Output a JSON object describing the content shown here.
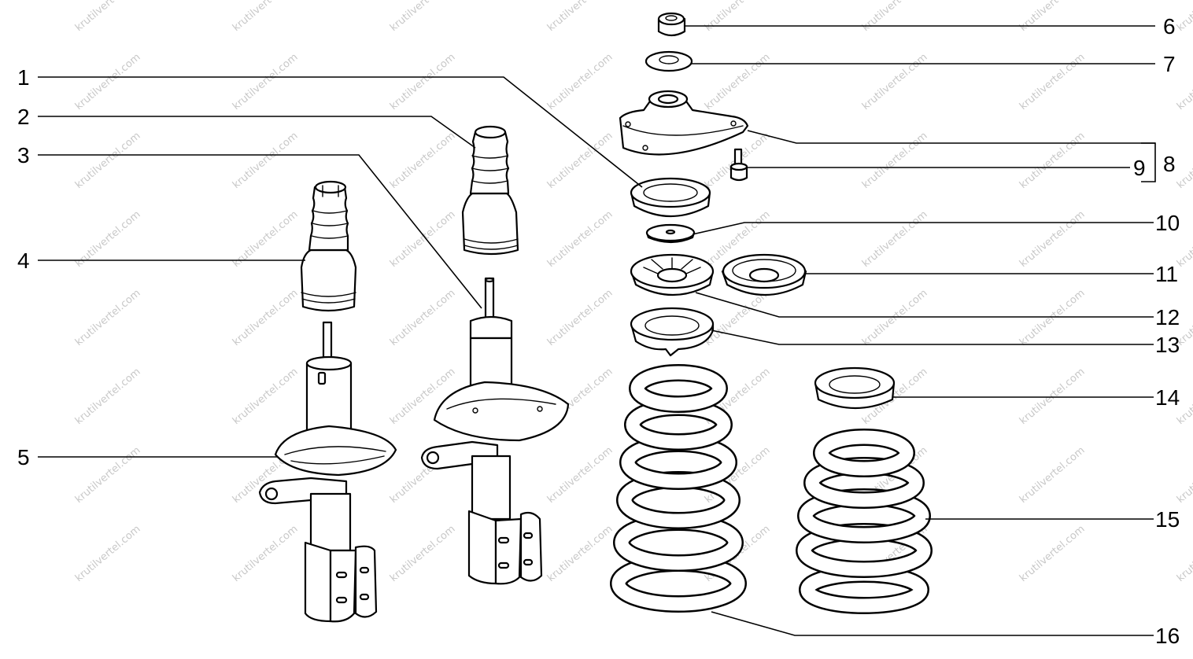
{
  "watermark": "krutilvertel.com",
  "callouts": [
    {
      "id": "1",
      "text": "1"
    },
    {
      "id": "2",
      "text": "2"
    },
    {
      "id": "3",
      "text": "3"
    },
    {
      "id": "4",
      "text": "4"
    },
    {
      "id": "5",
      "text": "5"
    },
    {
      "id": "6",
      "text": "6"
    },
    {
      "id": "7",
      "text": "7"
    },
    {
      "id": "8",
      "text": "8"
    },
    {
      "id": "9",
      "text": "9"
    },
    {
      "id": "10",
      "text": "10"
    },
    {
      "id": "11",
      "text": "11"
    },
    {
      "id": "12",
      "text": "12"
    },
    {
      "id": "13",
      "text": "13"
    },
    {
      "id": "14",
      "text": "14"
    },
    {
      "id": "15",
      "text": "15"
    },
    {
      "id": "16",
      "text": "16"
    }
  ]
}
